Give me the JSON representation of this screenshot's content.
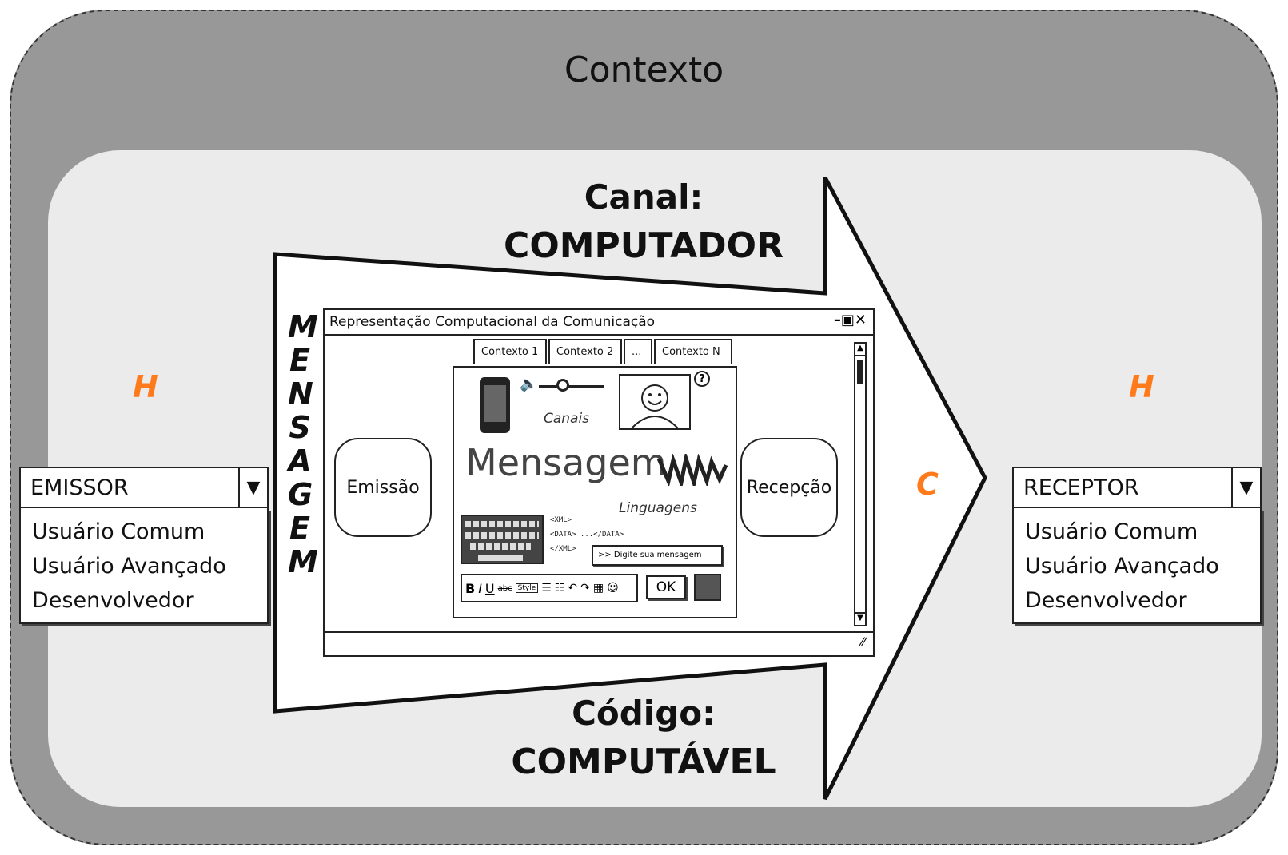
{
  "context_label": "Contexto",
  "channel": {
    "label": "Canal:",
    "value": "COMPUTADOR"
  },
  "code": {
    "label": "Código:",
    "value": "COMPUTÁVEL"
  },
  "message_vertical": [
    "M",
    "E",
    "N",
    "S",
    "A",
    "G",
    "E",
    "M"
  ],
  "h_left": "H",
  "h_right": "H",
  "c_label": "C",
  "emissor": {
    "value": "EMISSOR",
    "options": [
      "Usuário Comum",
      "Usuário Avançado",
      "Desenvolvedor"
    ]
  },
  "receptor": {
    "value": "RECEPTOR",
    "options": [
      "Usuário Comum",
      "Usuário Avançado",
      "Desenvolvedor"
    ]
  },
  "window": {
    "title": "Representação Computacional da Comunicação",
    "controls": "–▣✕",
    "tabs": [
      "Contexto 1",
      "Contexto 2",
      "...",
      "Contexto N"
    ]
  },
  "emission_label": "Emissão",
  "reception_label": "Recepção",
  "panel": {
    "channels_label": "Canais",
    "help": "?",
    "message_title": "Mensagem",
    "languages_label": "Linguagens",
    "xml_lines": [
      "<XML>",
      "<DATA> ...</DATA>",
      "</XML>"
    ],
    "input_placeholder": ">> Digite sua mensagem",
    "ok_label": "OK",
    "toolbar": {
      "bold": "B",
      "italic": "I",
      "underline": "U",
      "strike": "abc",
      "style": "Style"
    }
  },
  "colors": {
    "outer": "#989898",
    "inner": "#ebebeb",
    "accent": "#ff7a1a"
  }
}
